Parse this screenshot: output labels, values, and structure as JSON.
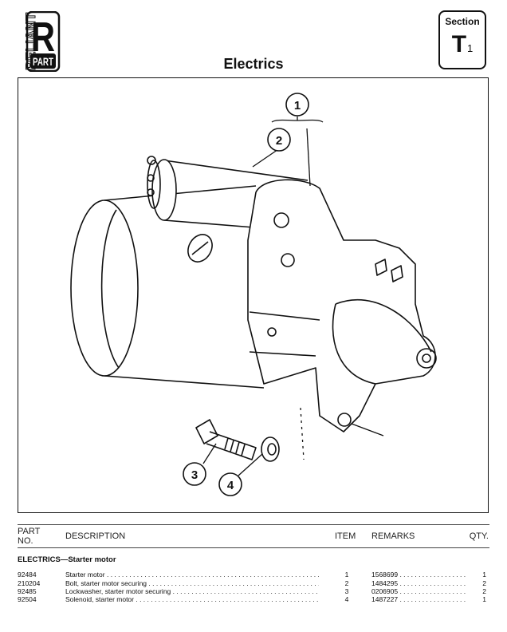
{
  "header": {
    "logo_text": "RELIANT R PART",
    "title": "Electrics",
    "section_label": "Section",
    "section_letter": "T",
    "section_number": "1"
  },
  "diagram": {
    "callouts": [
      "1",
      "2",
      "3",
      "4"
    ]
  },
  "table": {
    "headers": {
      "part_no": "PART NO.",
      "description": "DESCRIPTION",
      "item": "ITEM",
      "remarks": "REMARKS",
      "qty": "QTY."
    },
    "section_title": "ELECTRICS—Starter motor",
    "rows": [
      {
        "part_no": "92484",
        "description": "Starter motor",
        "item": "1",
        "remarks": "1568699",
        "qty": "1"
      },
      {
        "part_no": "210204",
        "description": "Bolt, starter motor securing",
        "item": "2",
        "remarks": "1484295",
        "qty": "2"
      },
      {
        "part_no": "92485",
        "description": "Lockwasher, starter motor securing",
        "item": "3",
        "remarks": "0206905",
        "qty": "2"
      },
      {
        "part_no": "92504",
        "description": "Solenoid, starter motor",
        "item": "4",
        "remarks": "1487227",
        "qty": "1"
      }
    ]
  }
}
